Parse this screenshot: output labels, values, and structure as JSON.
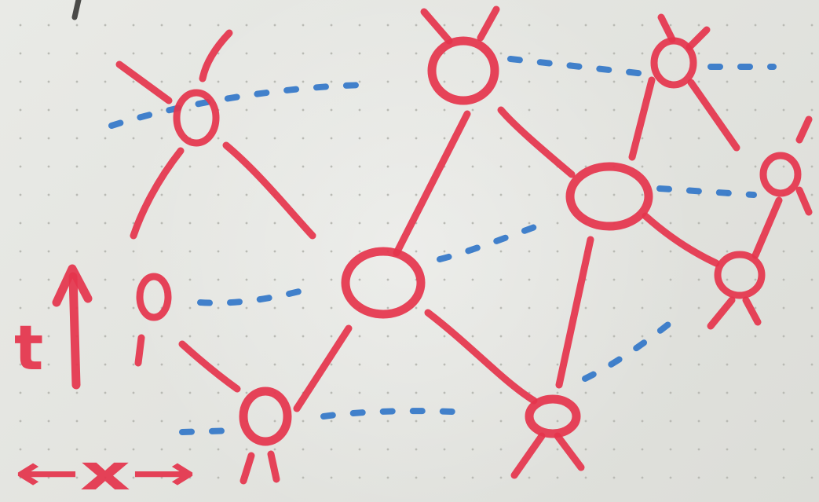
{
  "labels": {
    "time_axis": "t",
    "space_axis": "←x→"
  },
  "colors": {
    "paper": "#e3e4df",
    "grid_dot": "#b9bab4",
    "ink_red": "#e5344c",
    "ink_blue": "#2f74c8",
    "pen_gray": "#4a4a48"
  },
  "nodes": [
    {
      "id": "n1",
      "size": "medium"
    },
    {
      "id": "n2",
      "size": "large"
    },
    {
      "id": "n3",
      "size": "small"
    },
    {
      "id": "n4",
      "size": "small"
    },
    {
      "id": "n5",
      "size": "large"
    },
    {
      "id": "n6",
      "size": "large"
    },
    {
      "id": "n7",
      "size": "small"
    },
    {
      "id": "n8",
      "size": "small"
    },
    {
      "id": "n9",
      "size": "small"
    },
    {
      "id": "n10",
      "size": "small"
    }
  ],
  "edges": [
    {
      "from": "n5",
      "to": "n2"
    },
    {
      "from": "n5",
      "to": "n4"
    },
    {
      "from": "n5",
      "to": "n8"
    },
    {
      "from": "n6",
      "to": "n2"
    },
    {
      "from": "n6",
      "to": "n3"
    },
    {
      "from": "n6",
      "to": "n8"
    },
    {
      "from": "n6",
      "to": "n10"
    },
    {
      "from": "n9",
      "to": "n10"
    }
  ]
}
